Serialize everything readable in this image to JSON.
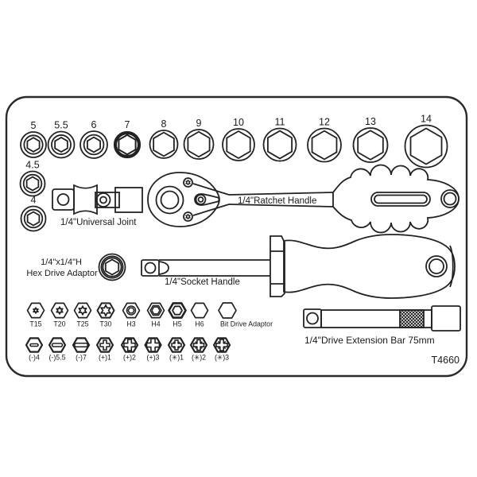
{
  "product_code": "T4660",
  "colors": {
    "line": "#222222",
    "background": "#ffffff"
  },
  "labels": {
    "universal_joint": "1/4\"Universal Joint",
    "ratchet_handle": "1/4\"Ratchet Handle",
    "hex_drive_adaptor_line1": "1/4\"x1/4\"H",
    "hex_drive_adaptor_line2": "Hex Drive Adaptor",
    "socket_handle": "1/4\"Socket Handle",
    "extension_bar": "1/4\"Drive Extension Bar 75mm",
    "bit_drive_adaptor": "Bit Drive Adaptor"
  },
  "sockets": {
    "top_row": [
      "5",
      "5.5",
      "6",
      "7",
      "8",
      "9",
      "10",
      "11",
      "12",
      "13",
      "14"
    ],
    "left_column": [
      "4.5",
      "4"
    ]
  },
  "bits": {
    "screwdriver_row": [
      "T15",
      "T20",
      "T25",
      "T30",
      "H3",
      "H4",
      "H5",
      "H6"
    ],
    "driver_row": [
      "(-)4",
      "(-)5.5",
      "(-)7",
      "(+)1",
      "(+)2",
      "(+)3",
      "(✳)1",
      "(✳)2",
      "(✳)3"
    ]
  }
}
